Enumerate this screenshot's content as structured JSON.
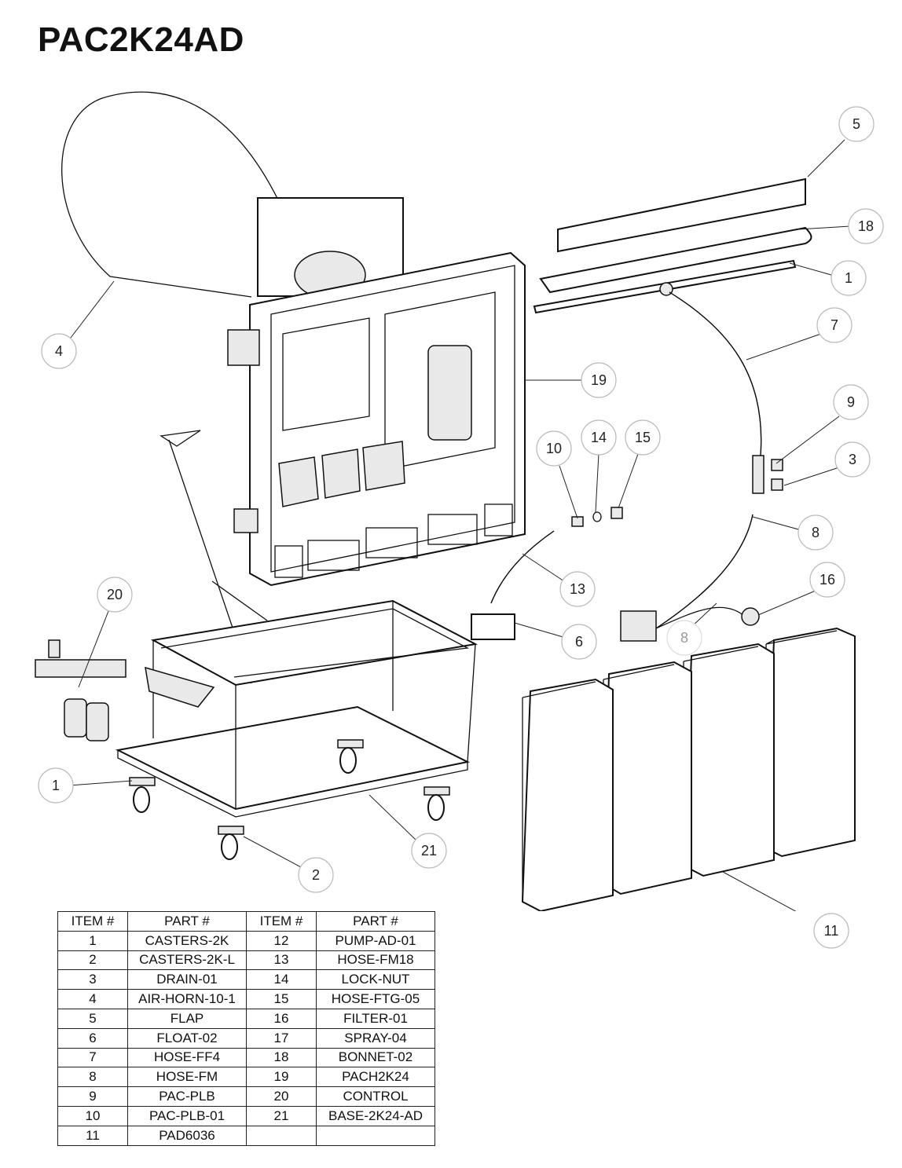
{
  "title": "PAC2K24AD",
  "callouts": [
    {
      "id": "c5",
      "label": "5"
    },
    {
      "id": "c18",
      "label": "18"
    },
    {
      "id": "c1a",
      "label": "1"
    },
    {
      "id": "c7",
      "label": "7"
    },
    {
      "id": "c4",
      "label": "4"
    },
    {
      "id": "c19",
      "label": "19"
    },
    {
      "id": "c9",
      "label": "9"
    },
    {
      "id": "c10",
      "label": "10"
    },
    {
      "id": "c14",
      "label": "14"
    },
    {
      "id": "c15",
      "label": "15"
    },
    {
      "id": "c3",
      "label": "3"
    },
    {
      "id": "c8a",
      "label": "8"
    },
    {
      "id": "c20",
      "label": "20"
    },
    {
      "id": "c13",
      "label": "13"
    },
    {
      "id": "c16",
      "label": "16"
    },
    {
      "id": "c6",
      "label": "6"
    },
    {
      "id": "c8b",
      "label": "8"
    },
    {
      "id": "c1b",
      "label": "1"
    },
    {
      "id": "c21",
      "label": "21"
    },
    {
      "id": "c2",
      "label": "2"
    },
    {
      "id": "c11",
      "label": "11"
    }
  ],
  "parts_table": {
    "headers": [
      "ITEM #",
      "PART #",
      "ITEM #",
      "PART #"
    ],
    "rows": [
      [
        "1",
        "CASTERS-2K",
        "12",
        "PUMP-AD-01"
      ],
      [
        "2",
        "CASTERS-2K-L",
        "13",
        "HOSE-FM18"
      ],
      [
        "3",
        "DRAIN-01",
        "14",
        "LOCK-NUT"
      ],
      [
        "4",
        "AIR-HORN-10-1",
        "15",
        "HOSE-FTG-05"
      ],
      [
        "5",
        "FLAP",
        "16",
        "FILTER-01"
      ],
      [
        "6",
        "FLOAT-02",
        "17",
        "SPRAY-04"
      ],
      [
        "7",
        "HOSE-FF4",
        "18",
        "BONNET-02"
      ],
      [
        "8",
        "HOSE-FM",
        "19",
        "PACH2K24"
      ],
      [
        "9",
        "PAC-PLB",
        "20",
        "CONTROL"
      ],
      [
        "10",
        "PAC-PLB-01",
        "21",
        "BASE-2K24-AD"
      ],
      [
        "11",
        "PAD6036",
        "",
        ""
      ]
    ]
  }
}
